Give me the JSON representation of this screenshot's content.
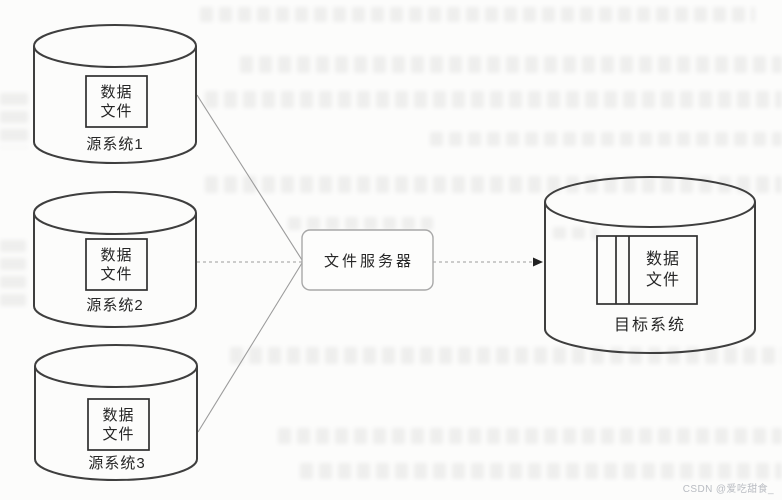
{
  "diagram": {
    "sources": [
      {
        "name": "源系统1",
        "file_lines": [
          "数据",
          "文件"
        ]
      },
      {
        "name": "源系统2",
        "file_lines": [
          "数据",
          "文件"
        ]
      },
      {
        "name": "源系统3",
        "file_lines": [
          "数据",
          "文件"
        ]
      }
    ],
    "server": {
      "label": "文件服务器"
    },
    "target": {
      "name": "目标系统",
      "file_lines": [
        "数据",
        "文件"
      ]
    },
    "colors": {
      "shape_stroke": "#3e3e3e",
      "box_stroke": "#2f2f2f",
      "connector": "#9b9b9b",
      "server_border": "#a8a8a8",
      "arrow": "#222222",
      "text": "#262626",
      "watermark": "#b9bcc2"
    }
  },
  "watermark": {
    "text": "CSDN @爱吃甜食_"
  }
}
